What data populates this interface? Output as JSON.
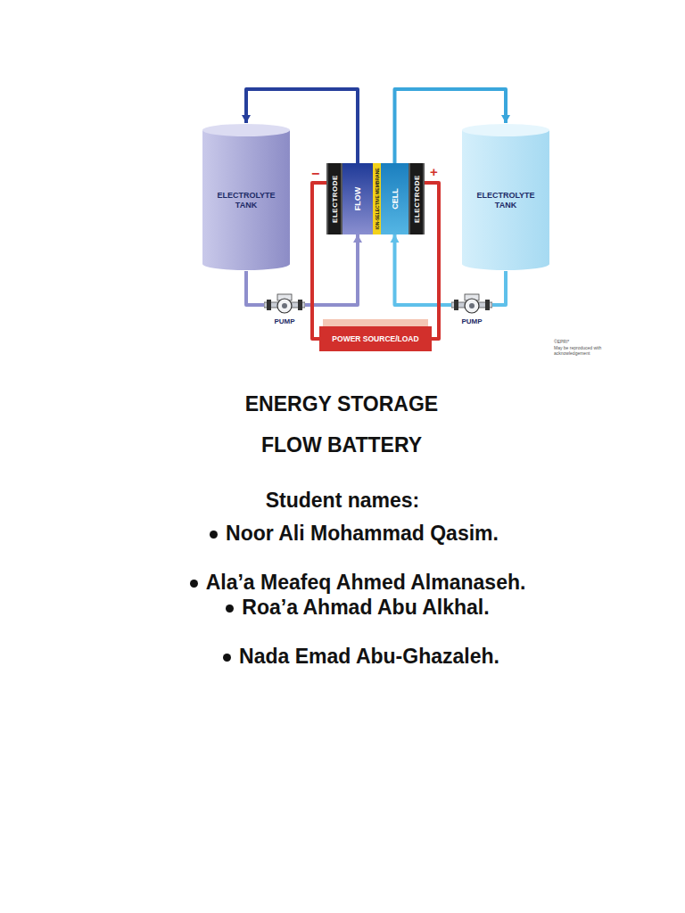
{
  "diagram": {
    "title": "ENERGY STORAGE",
    "nodes": [
      {
        "text": [
          "ELECTROLYTE TANK"
        ]
      },
      {
        "text": [
          "ELECTRODE"
        ]
      },
      {
        "text": [
          "FLOW"
        ]
      },
      {
        "text": [
          "ION-SELECTIVE MEMBRANE"
        ]
      },
      {
        "text": [
          "CELL"
        ]
      },
      {
        "text": [
          "ELECTRODE"
        ]
      },
      {
        "text": [
          "ELECTROLYTE TANK"
        ]
      },
      {
        "text": [
          "PUMP"
        ]
      },
      {
        "text": [
          "PUMP"
        ]
      },
      {
        "text": [
          "POWER SOURCE/LOAD"
        ]
      }
    ],
    "edges": [
      {
        "from": 0,
        "to": 7,
        "arrow": "none"
      },
      {
        "from": 7,
        "to": 2,
        "arrow": "to"
      },
      {
        "from": 2,
        "to": 0,
        "arrow": "to"
      },
      {
        "from": 6,
        "to": 8,
        "arrow": "none"
      },
      {
        "from": 8,
        "to": 4,
        "arrow": "to"
      },
      {
        "from": 4,
        "to": 6,
        "arrow": "to"
      },
      {
        "from": 1,
        "to": 9,
        "arrow": "none"
      },
      {
        "from": 5,
        "to": 9,
        "arrow": "none"
      }
    ],
    "labels": [
      "−",
      "+",
      "©EPRI*",
      "May be reproduced with acknowledgement",
      "FLOW BATTERY",
      "Student names:",
      "Noor Ali Mohammad Qasim.",
      "Ala’a Meafeq Ahmed Almanaseh.",
      "Roa’a Ahmad Abu Alkhal.",
      "Nada Emad Abu-Ghazaleh."
    ]
  }
}
